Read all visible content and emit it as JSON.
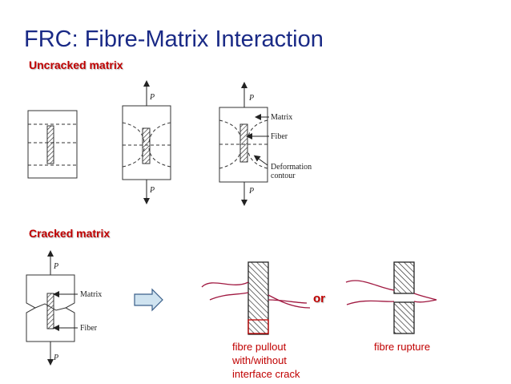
{
  "slide": {
    "title": "FRC: Fibre-Matrix Interaction",
    "section_uncracked": "Uncracked matrix",
    "section_cracked": "Cracked matrix",
    "or_label": "or",
    "fig_labels": {
      "p": "P",
      "matrix": "Matrix",
      "fiber": "Fiber",
      "deformation_1": "Deformation",
      "deformation_2": "contour"
    },
    "captions": {
      "pullout": [
        "fibre pullout",
        "with/without",
        "interface crack"
      ],
      "rupture": "fibre rupture"
    },
    "colors": {
      "title": "#1a2a86",
      "accent_red": "#c00000",
      "crack_line": "#a01840",
      "arrow_fill": "#cfe3f0"
    }
  }
}
